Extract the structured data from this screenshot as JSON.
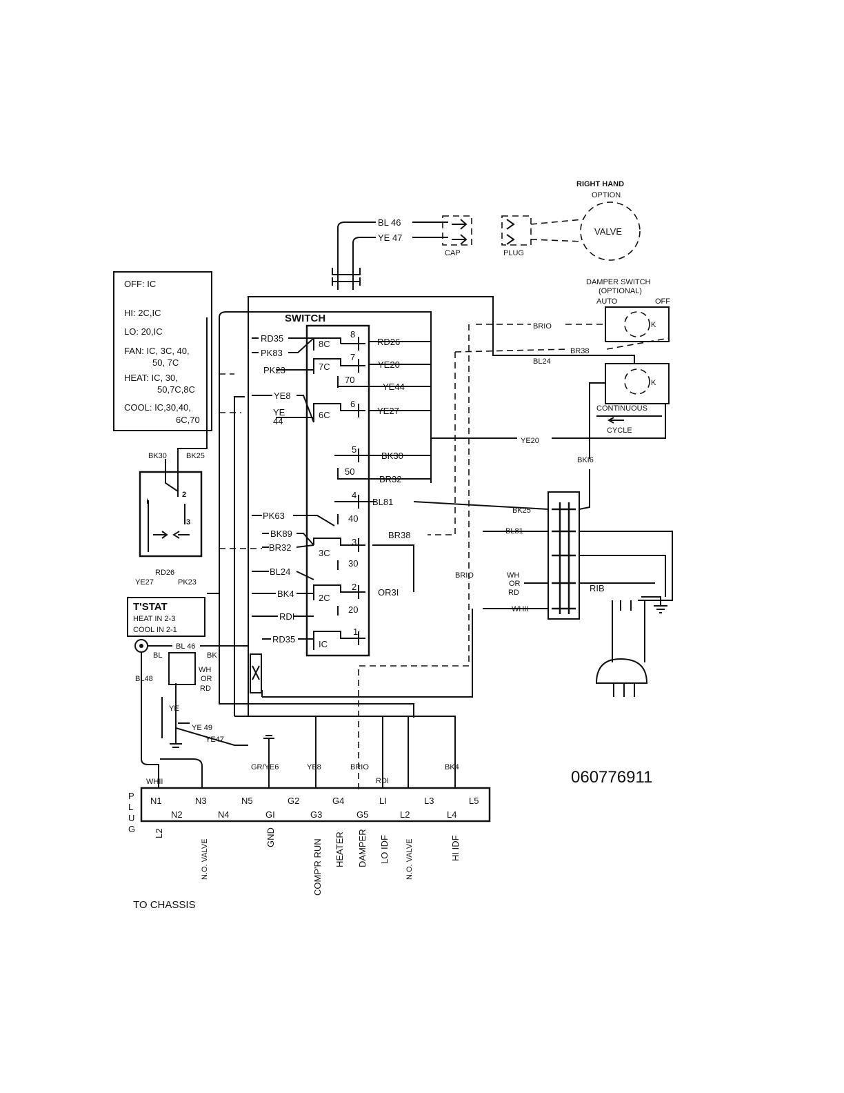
{
  "valve_option": {
    "title_line1": "RIGHT HAND",
    "title_line2": "OPTION",
    "valve": "VALVE",
    "cap": "CAP",
    "plug": "PLUG",
    "wire_bl46": "BL 46",
    "wire_ye47": "YE 47"
  },
  "legend": {
    "off": "OFF: IC",
    "hi": "HI: 2C,IC",
    "lo": "LO: 20,IC",
    "fan1": "FAN: IC, 3C, 40,",
    "fan2": "50, 7C",
    "heat1": "HEAT: IC, 30,",
    "heat2": "50,7C,8C",
    "cool1": "COOL: IC,30,40,",
    "cool2": "6C,70"
  },
  "switch": {
    "title": "SWITCH",
    "contacts": [
      "8C",
      "8",
      "7C",
      "7",
      "70",
      "6C",
      "6",
      "5",
      "50",
      "4",
      "40",
      "3C",
      "3",
      "30",
      "2C",
      "2",
      "20",
      "IC",
      "1"
    ],
    "left_wires": [
      "RD35",
      "PK83",
      "PK23",
      "YE8",
      "YE",
      "44",
      "PK63",
      "BK89",
      "BR32",
      "BL24",
      "BK4",
      "RDI",
      "RD35"
    ],
    "right_wires": [
      "RD26",
      "YE20",
      "YE44",
      "YE27",
      "BK30",
      "BR32",
      "BL81",
      "BR38",
      "OR3I"
    ]
  },
  "damper": {
    "title1": "DAMPER  SWITCH",
    "title2": "(OPTIONAL)",
    "auto": "AUTO",
    "off": "OFF",
    "continuous": "CONTINUOUS",
    "cycle": "CYCLE",
    "k": "K"
  },
  "right_wires": {
    "br10": "BRIO",
    "br38": "BR38",
    "bl24": "BL24",
    "ye20": "YE20",
    "bk16": "BKI6",
    "bk25": "BK25",
    "bl81": "BL81",
    "br10b": "BRIO",
    "wh": "WH",
    "or": "OR",
    "rd": "RD",
    "wh11": "WHII",
    "rib": "RIB"
  },
  "relay": {
    "bk30": "BK30",
    "bk25": "BK25",
    "t2": "2",
    "t1": "I",
    "t3": "3",
    "rd26": "RD26",
    "ye27": "YE27",
    "pk23": "PK23"
  },
  "tstat": {
    "title": "T'STAT",
    "heat": "HEAT IN  2-3",
    "cool": "COOL IN  2-1"
  },
  "lower_wires": {
    "bl46": "BL 46",
    "bl": "BL",
    "bk": "BK",
    "bl48": "BL48",
    "wh": "WH",
    "or": "OR",
    "rd": "RD",
    "ye": "YE",
    "ye49": "YE 49",
    "ye47": "YE47",
    "gr_ye6": "GR/YE6",
    "ye8": "YE8",
    "br10": "BRIO",
    "rd1": "RDI",
    "bk4": "BK4",
    "wh11": "WHII"
  },
  "plug": {
    "label": [
      "P",
      "L",
      "U",
      "G"
    ],
    "top_row": [
      "N1",
      "N3",
      "N5",
      "G2",
      "G4",
      "LI",
      "L3",
      "L5"
    ],
    "bottom_row": [
      "N2",
      "N4",
      "GI",
      "G3",
      "G5",
      "L2",
      "L4"
    ],
    "functions": [
      "L2",
      "N.O. VALVE",
      "GND",
      "COMP'R  RUN",
      "HEATER",
      "DAMPER",
      "LO  IDF",
      "N.O. VALVE",
      "HI  IDF"
    ]
  },
  "to_chassis": "TO  CHASSIS",
  "part_number": "060776911"
}
